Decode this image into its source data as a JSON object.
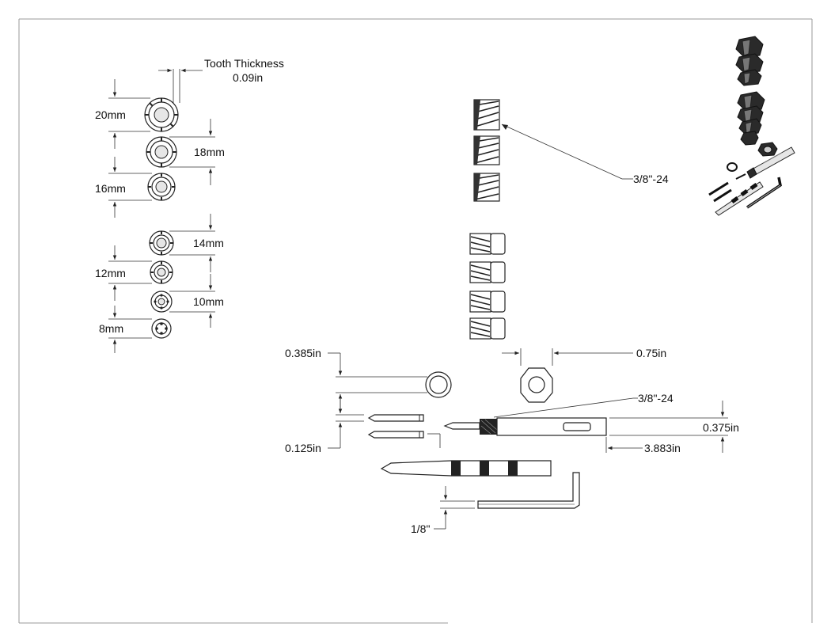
{
  "labels": {
    "tooth_thickness_title": "Tooth Thickness",
    "tooth_thickness_value": "0.09in",
    "d20": "20mm",
    "d18": "18mm",
    "d16": "16mm",
    "d14": "14mm",
    "d12": "12mm",
    "d10": "10mm",
    "d8": "8mm",
    "thread_cutter": "3/8\"-24",
    "washer_075": "0.75in",
    "ring_0385": "0.385in",
    "pin_0125": "0.125in",
    "arbor_thread": "3/8\"-24",
    "arbor_dia": "0.375in",
    "arbor_len": "3.883in",
    "hex_key": "1/8\""
  },
  "colors": {
    "line": "#222222",
    "dark_part": "#2a2a2a",
    "border": "#999999"
  }
}
